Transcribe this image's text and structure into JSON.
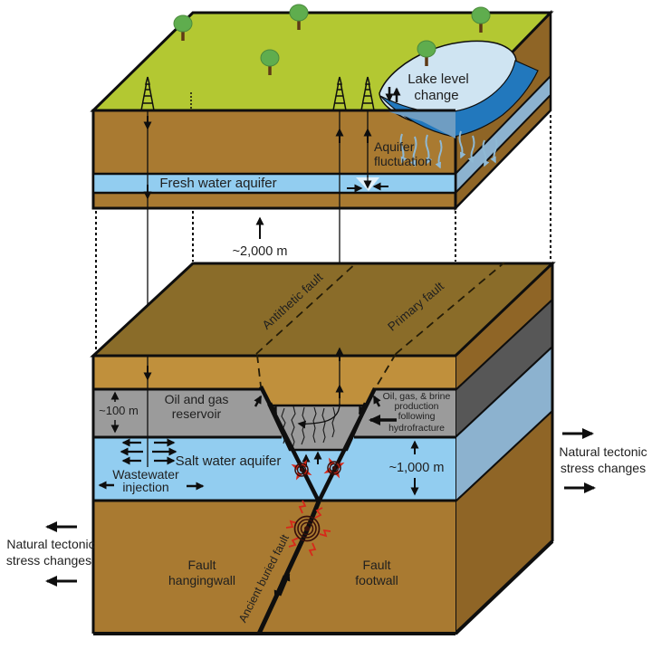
{
  "diagram_title": "Induced seismicity geological block diagram",
  "labels": {
    "lake_level_1": "Lake level",
    "lake_level_2": "change",
    "aquifer_fluctuation_1": "Aquifer",
    "aquifer_fluctuation_2": "fluctuation",
    "fresh_water_aquifer": "Fresh water aquifer",
    "depth_surface_to_reservoir": "~2,000 m",
    "antithetic_fault": "Antithetic fault",
    "primary_fault": "Primary fault",
    "oil_gas_reservoir_1": "Oil and gas",
    "oil_gas_reservoir_2": "reservoir",
    "reservoir_thickness": "~100 m",
    "production_1": "Oil, gas, & brine",
    "production_2": "production",
    "production_3": "following",
    "production_4": "hydrofracture",
    "salt_water_aquifer": "Salt water aquifer",
    "wastewater_1": "Wastewater",
    "wastewater_2": "injection",
    "salt_aquifer_thickness": "~1,000 m",
    "tectonic_left_1": "Natural tectonic",
    "tectonic_left_2": "stress changes",
    "tectonic_right_1": "Natural tectonic",
    "tectonic_right_2": "stress changes",
    "fault_hangingwall_1": "Fault",
    "fault_hangingwall_2": "hangingwall",
    "fault_footwall_1": "Fault",
    "fault_footwall_2": "footwall",
    "ancient_buried_fault": "Ancient buried fault"
  },
  "icons": {
    "tree": "tree-icon",
    "oil_derrick": "oil-derrick-icon",
    "earthquake": "earthquake-epicenter-icon",
    "flow_arrow": "flow-arrow-icon"
  },
  "colors": {
    "green": "#b3c832",
    "tree": "#5fad4e",
    "trunk": "#5e3a16",
    "soil": "#a97a31",
    "soil_side": "#8f6526",
    "olive_top": "#8a6c29",
    "strip": "#c0903c",
    "aquifer": "#92cdf0",
    "aquifer_side": "#8cb2cf",
    "lake_light": "#cfe4f2",
    "lake_dark": "#2278bd",
    "lake_mid": "#6f9dc2",
    "reservoir": "#9b9b9b",
    "reservoir_side": "#575757",
    "eq_red": "#d7281a",
    "eq_dark": "#38100b",
    "seep": "#8fb9d4",
    "ink": "#0e0e0e"
  }
}
